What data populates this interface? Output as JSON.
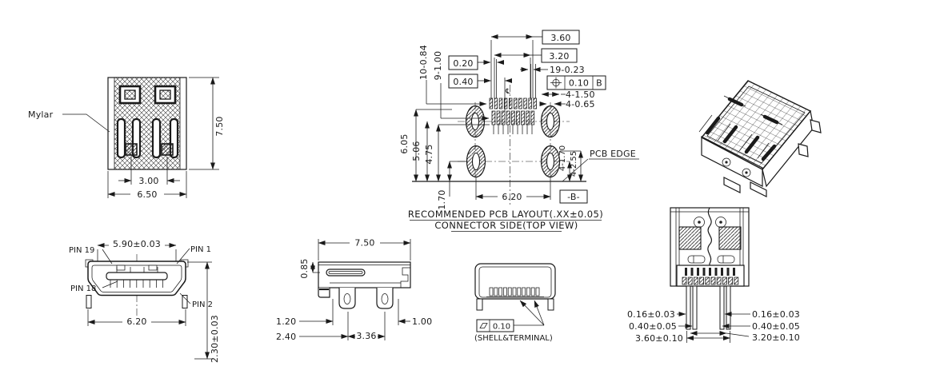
{
  "colors": {
    "line": "#1a1a1a",
    "background": "#ffffff"
  },
  "views": {
    "mylar": {
      "label": "Mylar",
      "dim_height": "7.50",
      "dim_inner": "3.00",
      "dim_outer": "6.50"
    },
    "pcb": {
      "d360": "3.60",
      "d320": "3.20",
      "d020": "0.20",
      "d040": "0.40",
      "d10_084": "10-0.84",
      "d9_100": "9-1.00",
      "d19_023": "19-0.23",
      "fcf_tol": "0.10",
      "fcf_datum": "B",
      "d4_150": "4-1.50",
      "d4_065": "4-0.65",
      "d605": "6.05",
      "d506": "5.06",
      "d475": "4.75",
      "d4_170": "4-1.70",
      "d4_255": "4-2.55",
      "d170": "1.70",
      "d620": "6.20",
      "datum_b": "-B-",
      "pcb_edge": "PCB EDGE",
      "centerline": "℄",
      "caption1": "RECOMMENDED PCB LAYOUT(.XX±0.05)",
      "caption2": "CONNECTOR SIDE(TOP VIEW)"
    },
    "front": {
      "pin19": "PIN 19",
      "pin1": "PIN 1",
      "pin18": "PIN 18",
      "pin2": "PIN 2",
      "d590": "5.90±0.03",
      "d620": "6.20",
      "d230": "2.30±0.03"
    },
    "side": {
      "d750": "7.50",
      "d085": "0.85",
      "d120": "1.20",
      "d240": "2.40",
      "d336": "3.36",
      "d100": "1.00"
    },
    "bottom": {
      "flatness": "0.10",
      "note": "(SHELL&TERMINAL)"
    },
    "back": {
      "l016": "0.16±0.03",
      "l040": "0.40±0.05",
      "l360": "3.60±0.10",
      "r016": "0.16±0.03",
      "r040": "0.40±0.05",
      "r320": "3.20±0.10"
    }
  }
}
